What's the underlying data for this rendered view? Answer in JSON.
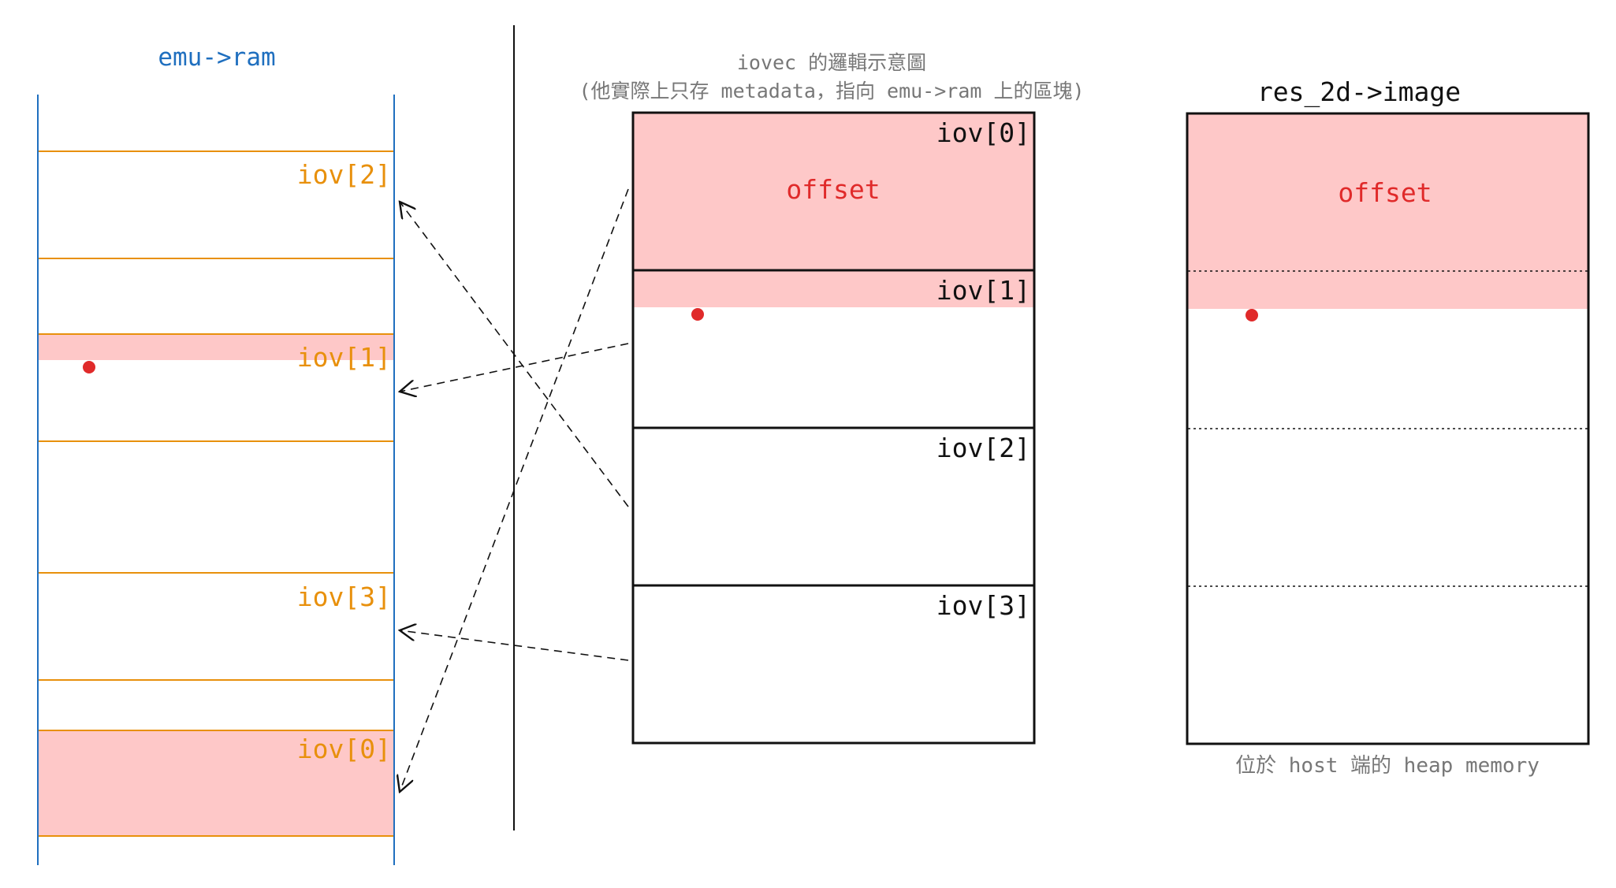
{
  "colors": {
    "blue": "#1f6fbf",
    "orange": "#e8900c",
    "red": "#e02a2a",
    "pink": "#fec8c8",
    "black": "#111111",
    "gray": "#777777"
  },
  "left": {
    "title": "emu->ram",
    "iov0": "iov[0]",
    "iov1": "iov[1]",
    "iov2": "iov[2]",
    "iov3": "iov[3]"
  },
  "middle": {
    "title_line1": "iovec 的邏輯示意圖",
    "title_line2": "(他實際上只存 metadata，指向 emu->ram 上的區塊)",
    "iov0": "iov[0]",
    "iov1": "iov[1]",
    "iov2": "iov[2]",
    "iov3": "iov[3]",
    "offset": "offset"
  },
  "right": {
    "title": "res_2d->image",
    "offset": "offset",
    "caption": "位於 host 端的 heap memory"
  }
}
